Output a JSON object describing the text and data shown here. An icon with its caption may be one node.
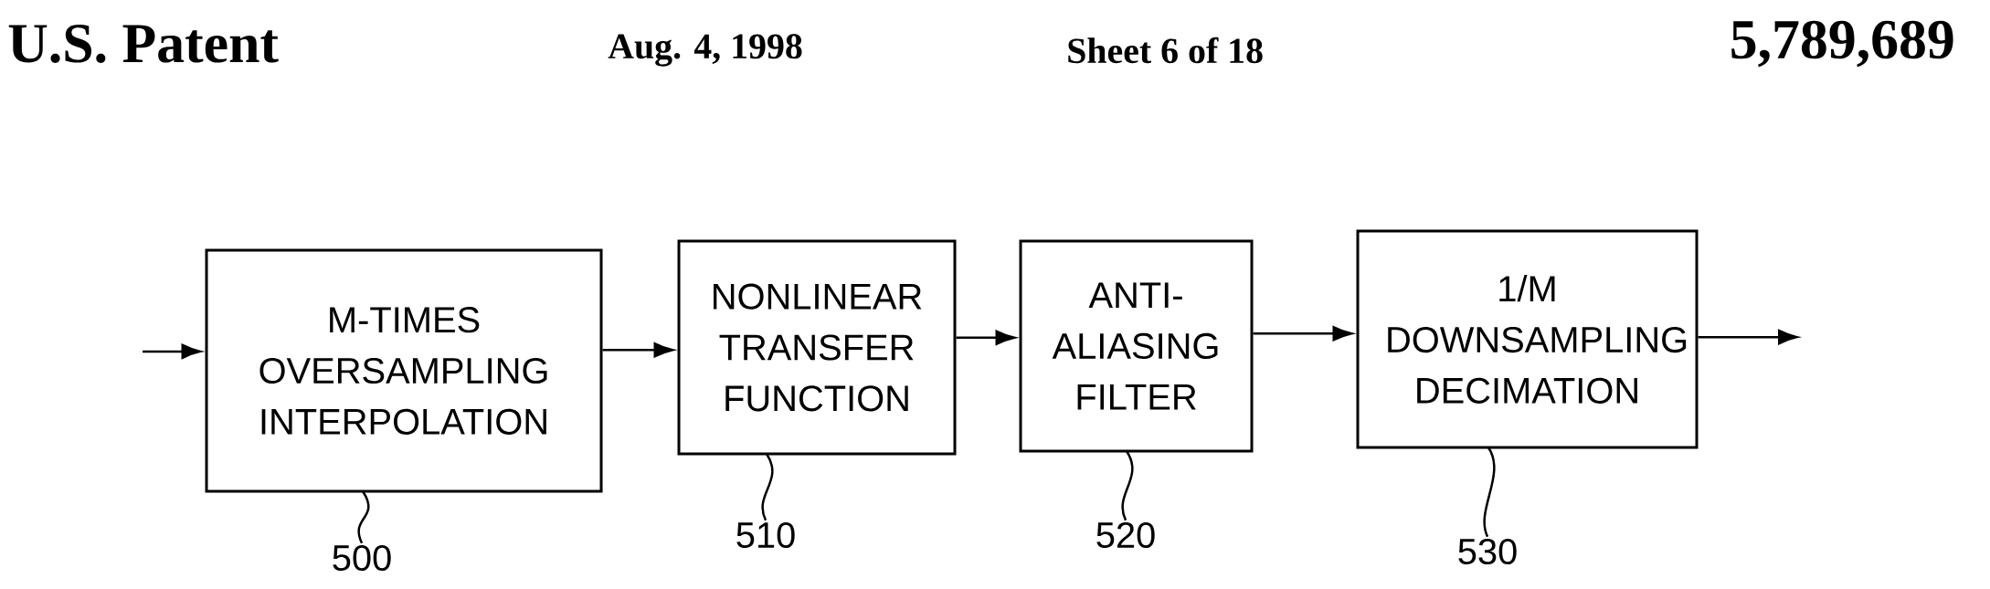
{
  "diagram": {
    "nodes": [
      {
        "text": [
          "M-TIMES OVERSAMPLING INTERPOLATION"
        ]
      },
      {
        "text": [
          "NONLINEAR TRANSFER FUNCTION"
        ]
      },
      {
        "text": [
          "ANTI- ALIASING FILTER"
        ]
      },
      {
        "text": [
          "1/M DOWNSAMPLING DECIMATION"
        ]
      },
      {
        "text": [
          "500"
        ]
      },
      {
        "text": [
          "510"
        ]
      },
      {
        "text": [
          "520"
        ]
      },
      {
        "text": [
          "530"
        ]
      }
    ],
    "edges": [
      {
        "from": null,
        "to": 0,
        "arrow": "to"
      },
      {
        "from": 0,
        "to": 1,
        "arrow": "to"
      },
      {
        "from": 1,
        "to": 2,
        "arrow": "to"
      },
      {
        "from": 2,
        "to": 3,
        "arrow": "to"
      },
      {
        "from": 3,
        "to": null,
        "arrow": "to"
      },
      {
        "from": 4,
        "to": 0,
        "arrow": "none"
      },
      {
        "from": 5,
        "to": 1,
        "arrow": "none"
      },
      {
        "from": 6,
        "to": 2,
        "arrow": "none"
      },
      {
        "from": 7,
        "to": 3,
        "arrow": "none"
      }
    ],
    "labels": [
      "U.S. Patent",
      "Aug. 4, 1998",
      "Sheet 6 of 18",
      "5,789,689"
    ]
  }
}
